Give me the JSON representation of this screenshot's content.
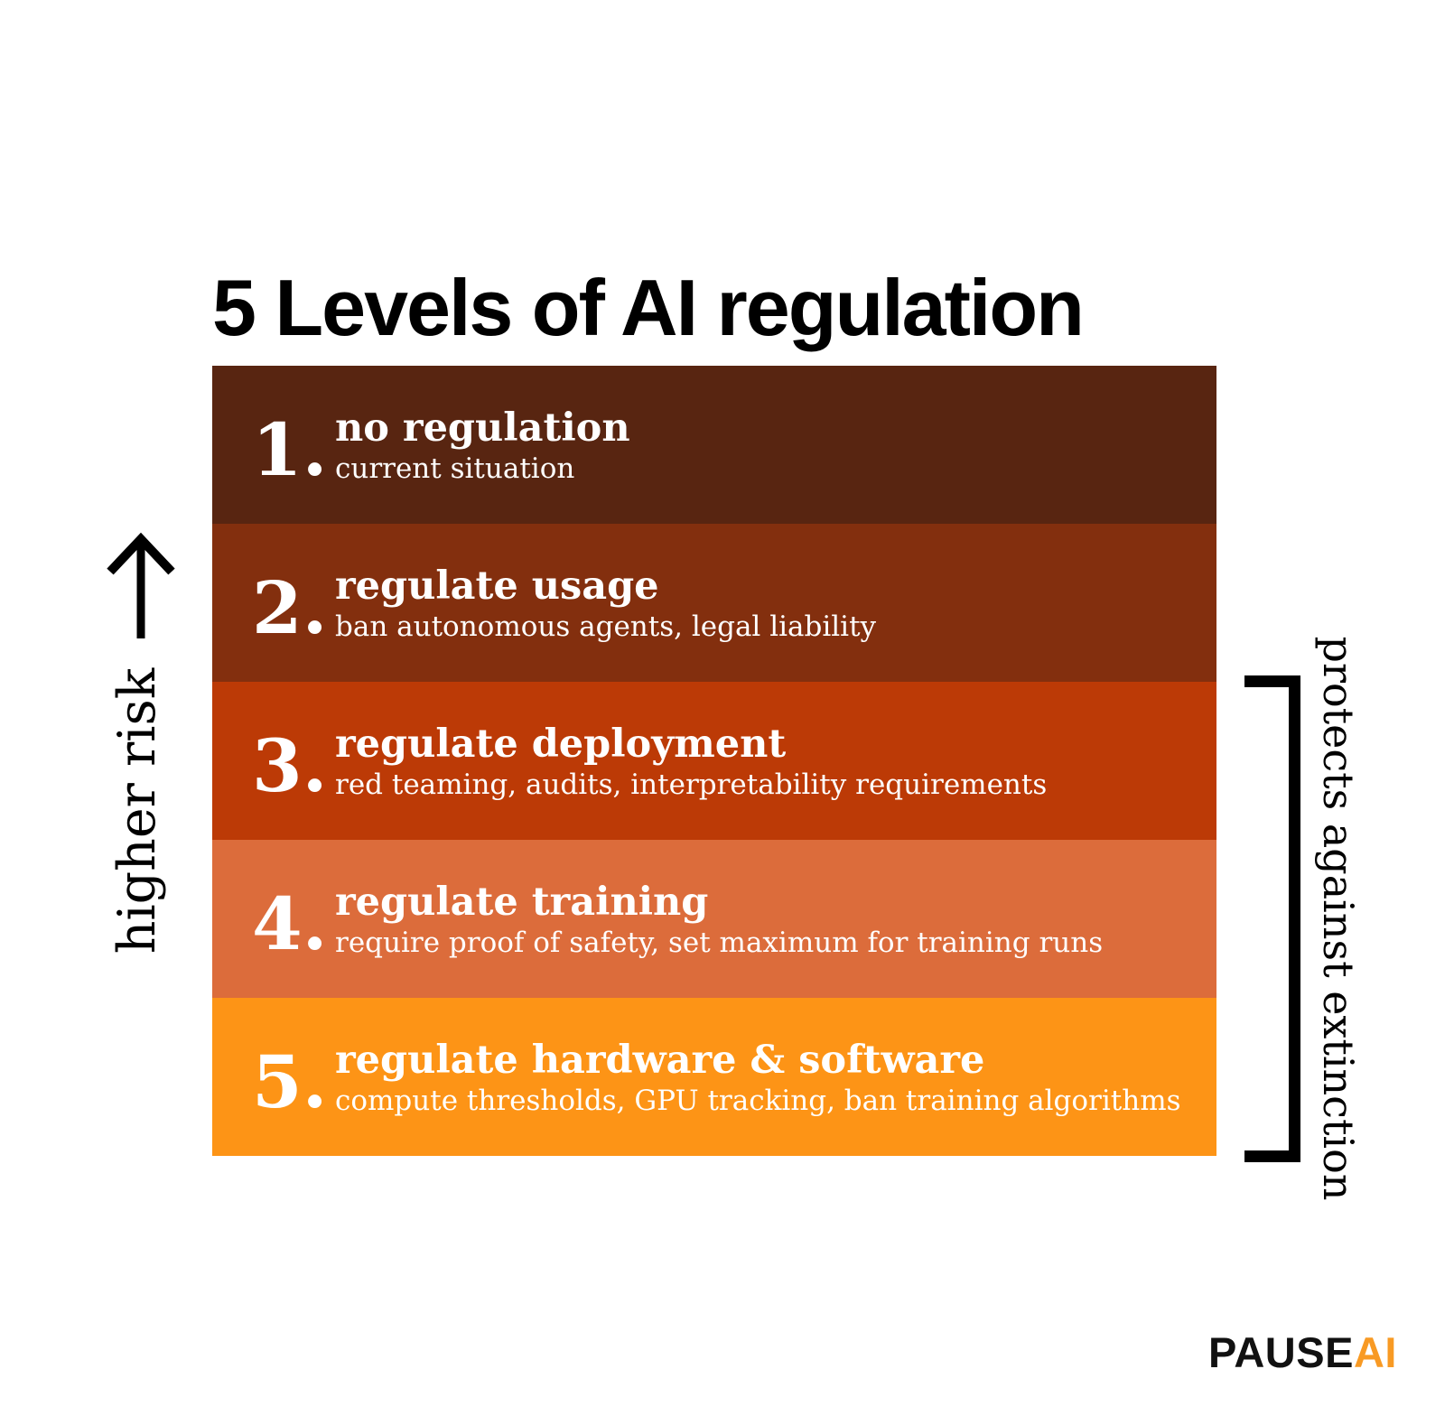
{
  "title": "5 Levels of AI regulation",
  "left_annotation": {
    "label": "higher risk",
    "icon": "up-arrow-icon"
  },
  "right_annotation": {
    "label": "protects against extinction",
    "bracket_spans_levels": [
      3,
      4,
      5
    ]
  },
  "levels": [
    {
      "number": "1.",
      "title": "no regulation",
      "subtitle": "current situation",
      "color": "#582511"
    },
    {
      "number": "2.",
      "title": "regulate usage",
      "subtitle": "ban autonomous agents, legal liability",
      "color": "#832F0E"
    },
    {
      "number": "3.",
      "title": "regulate deployment",
      "subtitle": "red teaming, audits, interpretability requirements",
      "color": "#BC3A06"
    },
    {
      "number": "4.",
      "title": "regulate training",
      "subtitle": "require proof of safety, set maximum for training runs",
      "color": "#DC6C3B"
    },
    {
      "number": "5.",
      "title": "regulate hardware & software",
      "subtitle": "compute thresholds, GPU tracking, ban training algorithms",
      "color": "#FD9416"
    }
  ],
  "logo": {
    "text_black": "PAUSE",
    "text_orange": "AI",
    "orange": "#F89A24"
  },
  "colors": {
    "background": "#FFFFFF",
    "annotation_black": "#000000",
    "band_text": "#FFFFFF"
  }
}
